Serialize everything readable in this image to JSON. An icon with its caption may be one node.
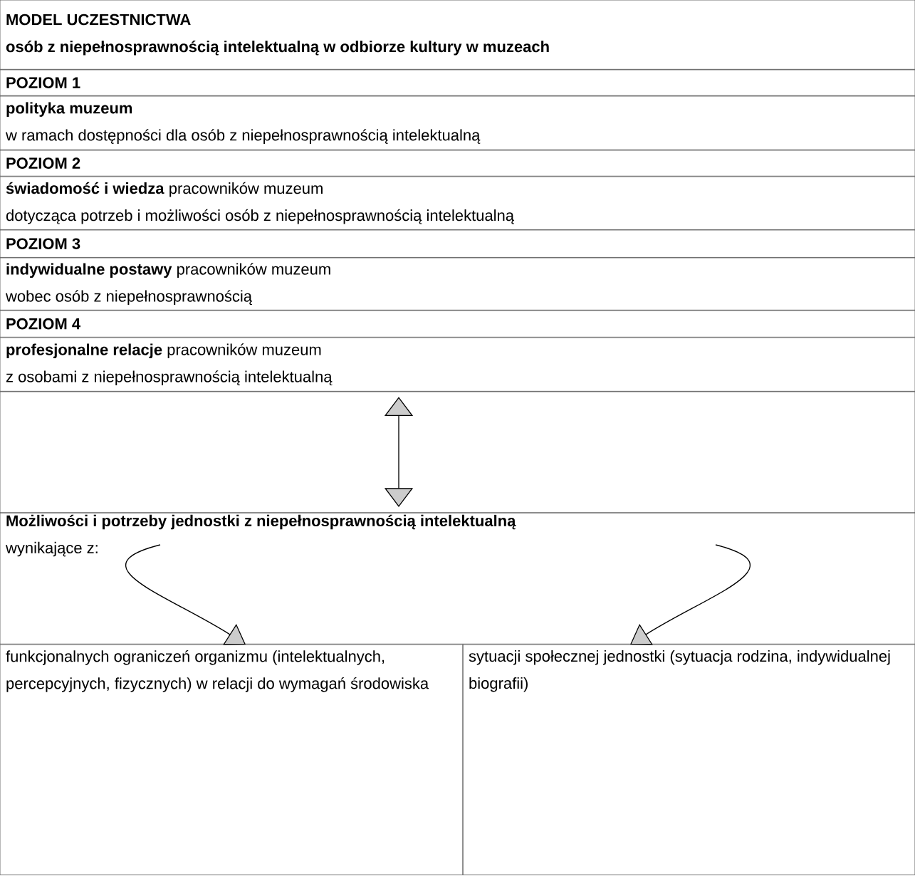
{
  "diagram": {
    "nodes": [
      {
        "text": [
          "MODEL UCZESTNICTWA",
          "osób z niepełnosprawnością intelektualną w odbiorze kultury w muzeach"
        ]
      },
      {
        "text": [
          "POZIOM 1"
        ]
      },
      {
        "text": [
          "polityka muzeum",
          "w ramach dostępności dla osób z niepełnosprawnością intelektualną"
        ]
      },
      {
        "text": [
          "POZIOM 2"
        ]
      },
      {
        "text": [
          "**świadomość i wiedza** pracowników muzeum",
          "dotycząca potrzeb i możliwości osób z niepełnosprawnością intelektualną"
        ]
      },
      {
        "text": [
          "POZIOM 3"
        ]
      },
      {
        "text": [
          "**indywidualne postawy** pracowników muzeum",
          "wobec osób z niepełnosprawnością"
        ]
      },
      {
        "text": [
          "POZIOM 4"
        ]
      },
      {
        "text": [
          "**profesjonalne relacje** pracowników muzeum",
          "z osobami z niepełnosprawnością intelektualną"
        ]
      },
      {
        "text": [
          "Możliwości i potrzeby jednostki z niepełnosprawnością intelektualną",
          "wynikające z:"
        ]
      },
      {
        "text": [
          "funkcjonalnych ograniczeń organizmu (intelektualnych, percepcyjnych, fizycznych) w relacji do wymagań środowiska"
        ]
      },
      {
        "text": [
          "sytuacji społecznej jednostki (sytuacja rodzina, indywidualnej biografii)"
        ]
      }
    ],
    "edges": [
      {
        "from": 8,
        "to": 9,
        "arrow": "both"
      },
      {
        "from": 9,
        "to": 10,
        "arrow": "to"
      },
      {
        "from": 9,
        "to": 11,
        "arrow": "to"
      }
    ]
  }
}
